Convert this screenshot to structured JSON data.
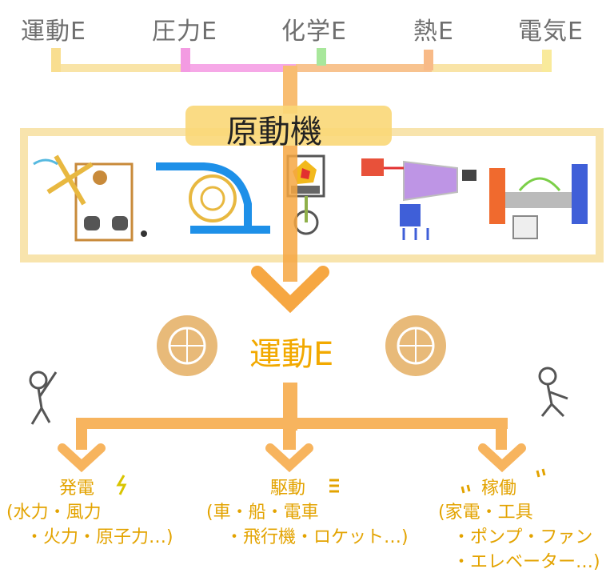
{
  "energy_sources": [
    {
      "label": "運動E",
      "color": "#f7d36b"
    },
    {
      "label": "圧力E",
      "color": "#f07ad9"
    },
    {
      "label": "化学E",
      "color": "#8be07a"
    },
    {
      "label": "熱E",
      "color": "#f6a35f"
    },
    {
      "label": "電気E",
      "color": "#f7e47a"
    }
  ],
  "prime_mover": {
    "title": "原動機",
    "machines": [
      "windmill-machine",
      "water-turbine-machine",
      "engine-machine",
      "steam-turbine-machine",
      "motor-machine"
    ]
  },
  "output": {
    "label": "運動E"
  },
  "uses": [
    {
      "title": "発電",
      "lines": [
        "(水力・風力",
        "・火力・原子力…)"
      ]
    },
    {
      "title": "駆動",
      "lines": [
        "(車・船・電車",
        "・飛行機・ロケット…)"
      ]
    },
    {
      "title": "稼働",
      "lines": [
        "(家電・工具",
        "・ポンプ・ファン",
        "・エレベーター…)"
      ]
    }
  ],
  "colors": {
    "main_flow": "#f6a742",
    "panel_frame": "#f5d88a",
    "gear": "#e6b26a"
  }
}
